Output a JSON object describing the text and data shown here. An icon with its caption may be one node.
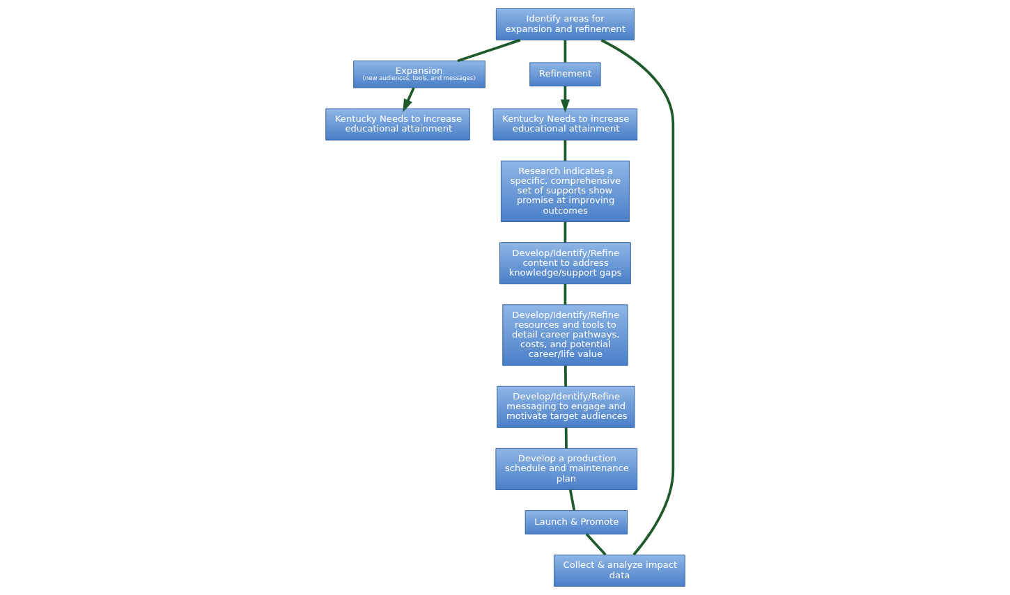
{
  "diagram": {
    "nodes": [
      {
        "text": [
          "Kentucky Needs to increase educational attainment"
        ]
      },
      {
        "text": [
          "Kentucky Needs to increase educational attainment"
        ]
      },
      {
        "text": [
          "Research indicates a specific, comprehensive set of supports show promise at improving outcomes"
        ]
      },
      {
        "text": [
          "Expansion",
          "(new audiences, tools, and messages)"
        ]
      },
      {
        "text": [
          "Refinement"
        ]
      },
      {
        "text": [
          "Develop/Identify/Refine content to address knowledge/support gaps"
        ]
      },
      {
        "text": [
          "Identify areas for expansion and refinement"
        ]
      },
      {
        "text": [
          "Collect & analyze impact data"
        ]
      },
      {
        "text": [
          "Develop/Identify/Refine resources and tools to detail career pathways, costs, and potential career/life value"
        ]
      },
      {
        "text": [
          "Launch & Promote"
        ]
      },
      {
        "text": [
          "Develop/Identify/Refine messaging to engage and motivate target audiences"
        ]
      },
      {
        "text": [
          "Develop a production schedule and maintenance plan"
        ]
      }
    ],
    "edges": [
      {
        "from": 1,
        "to": 2,
        "arrow": "none"
      },
      {
        "from": 2,
        "to": 5,
        "arrow": "none"
      },
      {
        "from": 5,
        "to": 8,
        "arrow": "none"
      },
      {
        "from": 8,
        "to": 10,
        "arrow": "none"
      },
      {
        "from": 10,
        "to": 11,
        "arrow": "none"
      },
      {
        "from": 11,
        "to": 9,
        "arrow": "none"
      },
      {
        "from": 9,
        "to": 7,
        "arrow": "none"
      },
      {
        "from": 7,
        "to": 6,
        "arrow": "none"
      },
      {
        "from": 6,
        "to": 3,
        "arrow": "none"
      },
      {
        "from": 3,
        "to": 0,
        "arrow": "to"
      },
      {
        "from": 6,
        "to": 4,
        "arrow": "none"
      },
      {
        "from": 4,
        "to": 1,
        "arrow": "to"
      }
    ]
  }
}
